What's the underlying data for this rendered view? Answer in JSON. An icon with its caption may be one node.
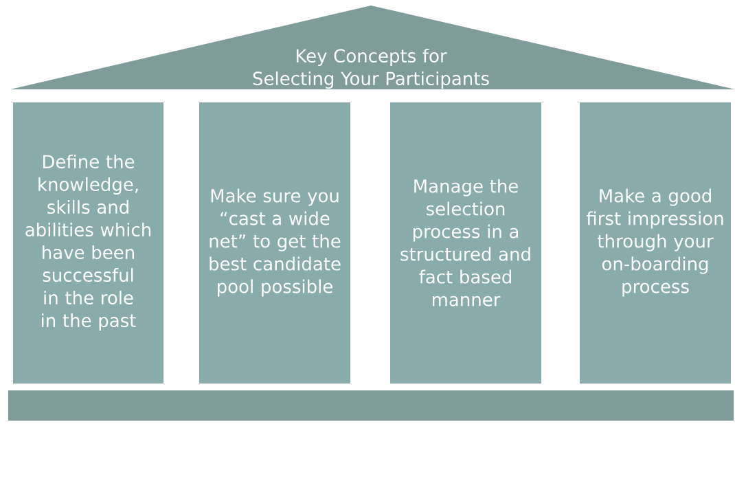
{
  "diagram": {
    "nodes": [
      {
        "text": [
          "Key Concepts for Selecting Your Participants"
        ]
      },
      {
        "text": [
          "Define the knowledge, skills and abilities which have been successful in the role in the past"
        ]
      },
      {
        "text": [
          "Make sure you “cast a wide net” to get the best candidate pool possible"
        ]
      },
      {
        "text": [
          "Manage the selection process in a structured and fact based manner"
        ]
      },
      {
        "text": [
          "Make a good first impression through your on-boarding process"
        ]
      },
      {
        "text": [],
        "shape": "bar"
      }
    ]
  }
}
